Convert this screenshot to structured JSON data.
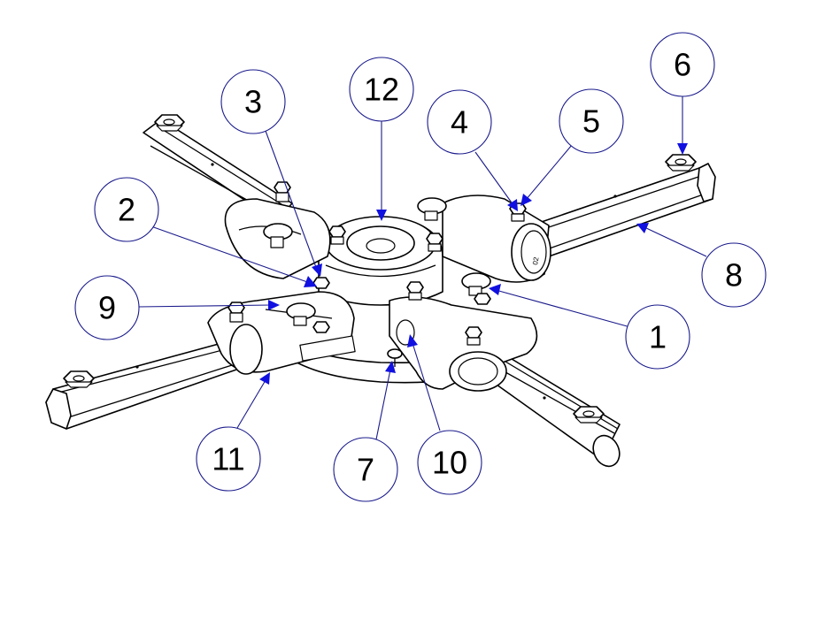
{
  "colors": {
    "balloon_stroke": "#1a1a8c",
    "arrow_fill": "#1010e0",
    "line_art": "#000000",
    "background": "#ffffff"
  },
  "callouts": [
    {
      "id": "1",
      "label": "1"
    },
    {
      "id": "2",
      "label": "2"
    },
    {
      "id": "3",
      "label": "3"
    },
    {
      "id": "4",
      "label": "4"
    },
    {
      "id": "5",
      "label": "5"
    },
    {
      "id": "6",
      "label": "6"
    },
    {
      "id": "7",
      "label": "7"
    },
    {
      "id": "8",
      "label": "8"
    },
    {
      "id": "9",
      "label": "9"
    },
    {
      "id": "10",
      "label": "10"
    },
    {
      "id": "11",
      "label": "11"
    },
    {
      "id": "12",
      "label": "12"
    }
  ],
  "part_labels": {
    "arm_marking_right": "02"
  }
}
